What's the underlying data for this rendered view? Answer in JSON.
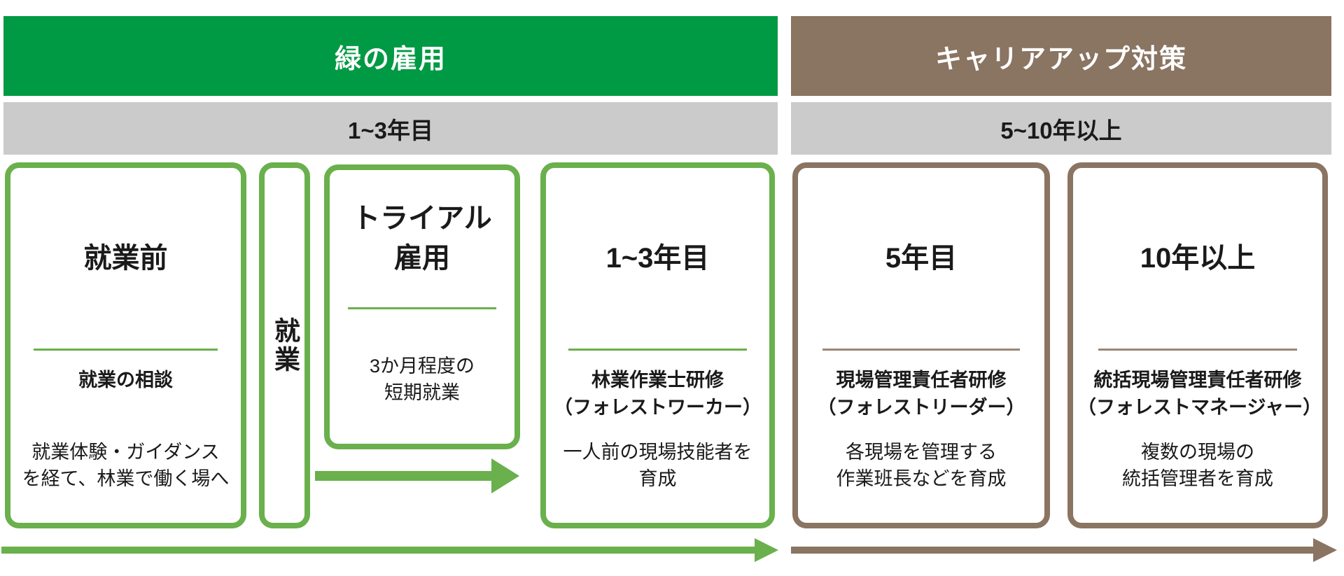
{
  "colors": {
    "green_dark": "#009944",
    "green_light": "#6ab04c",
    "brown": "#8a7462",
    "gray_bar": "#cbcbcb",
    "text": "#1a1a1a"
  },
  "headers": {
    "left_label": "緑の雇用",
    "right_label": "キャリアアップ対策"
  },
  "periods": {
    "left_label": "1~3年目",
    "right_label": "5~10年以上"
  },
  "boxes": {
    "pre_employment": {
      "title": "就業前",
      "subtitle": "就業の相談",
      "desc": "就業体験・ガイダンス\nを経て、林業で働く場へ"
    },
    "employment": {
      "title": "就業"
    },
    "trial": {
      "title": "トライアル\n雇用",
      "desc": "3か月程度の\n短期就業"
    },
    "years_1_3": {
      "title": "1~3年目",
      "subtitle": "林業作業士研修\n（フォレストワーカー）",
      "desc": "一人前の現場技能者を\n育成"
    },
    "year_5": {
      "title": "5年目",
      "subtitle": "現場管理責任者研修\n（フォレストリーダー）",
      "desc": "各現場を管理する\n作業班長などを育成"
    },
    "years_10_plus": {
      "title": "10年以上",
      "subtitle": "統括現場管理責任者研修\n（フォレストマネージャー）",
      "desc": "複数の現場の\n統括管理者を育成"
    }
  }
}
